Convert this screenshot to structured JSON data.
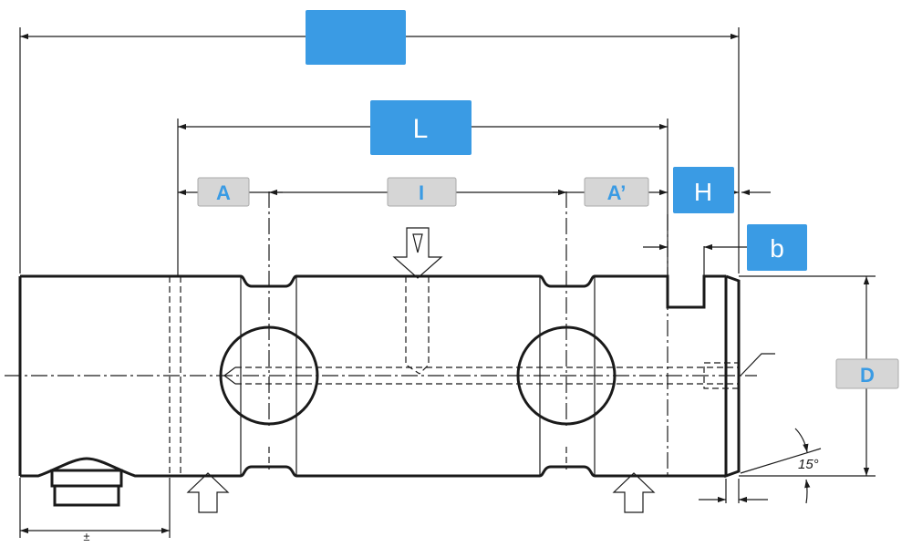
{
  "colors": {
    "blue_label": "#3a9be4",
    "blue_label_text": "#ffffff",
    "grey_label": "#d6d6d6",
    "grey_label_border": "#a9a9a9",
    "grey_label_text": "#3a9be4",
    "line": "#1a1a1a"
  },
  "dimension_labels": {
    "overall_length": "",
    "L": "L",
    "A": "A",
    "I": "I",
    "A_prime": "A’",
    "H": "H",
    "b": "b",
    "D": "D"
  },
  "annotations": {
    "angle": "15°",
    "tolerance": "±"
  },
  "icons": [
    "load-arrow-down-icon",
    "support-arrow-up-icon"
  ]
}
